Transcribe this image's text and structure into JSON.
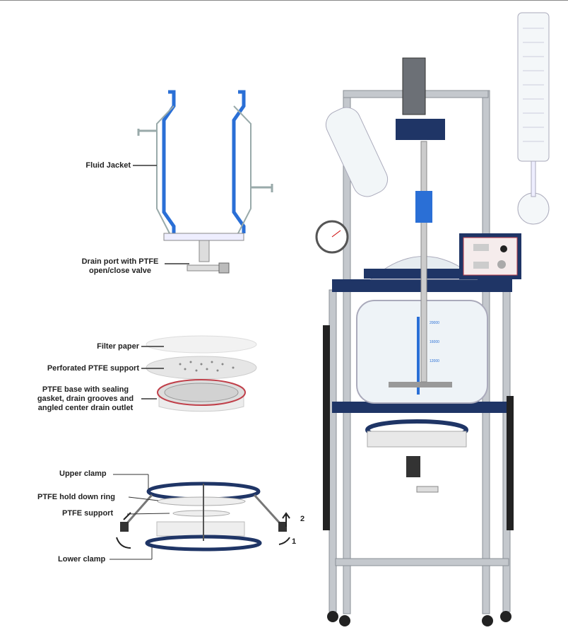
{
  "labels": {
    "fluid_jacket": "Fluid Jacket",
    "drain_port_line1": "Drain port with PTFE",
    "drain_port_line2": "open/close valve",
    "filter_paper": "Filter paper",
    "perforated_support": "Perforated PTFE support",
    "ptfe_base_line1": "PTFE base with sealing",
    "ptfe_base_line2": "gasket, drain grooves and",
    "ptfe_base_line3": "angled center drain outlet",
    "upper_clamp": "Upper clamp",
    "hold_down_ring": "PTFE hold down ring",
    "ptfe_support": "PTFE support",
    "lower_clamp": "Lower clamp",
    "step_1": "1",
    "step_2": "2"
  },
  "vessel_scale": [
    "20000",
    "16000",
    "12000"
  ],
  "colors": {
    "jacket_blue": "#2a6fd6",
    "frame_navy": "#1f3566",
    "gasket_red": "#c0404a",
    "steel": "#b8bcc2"
  }
}
